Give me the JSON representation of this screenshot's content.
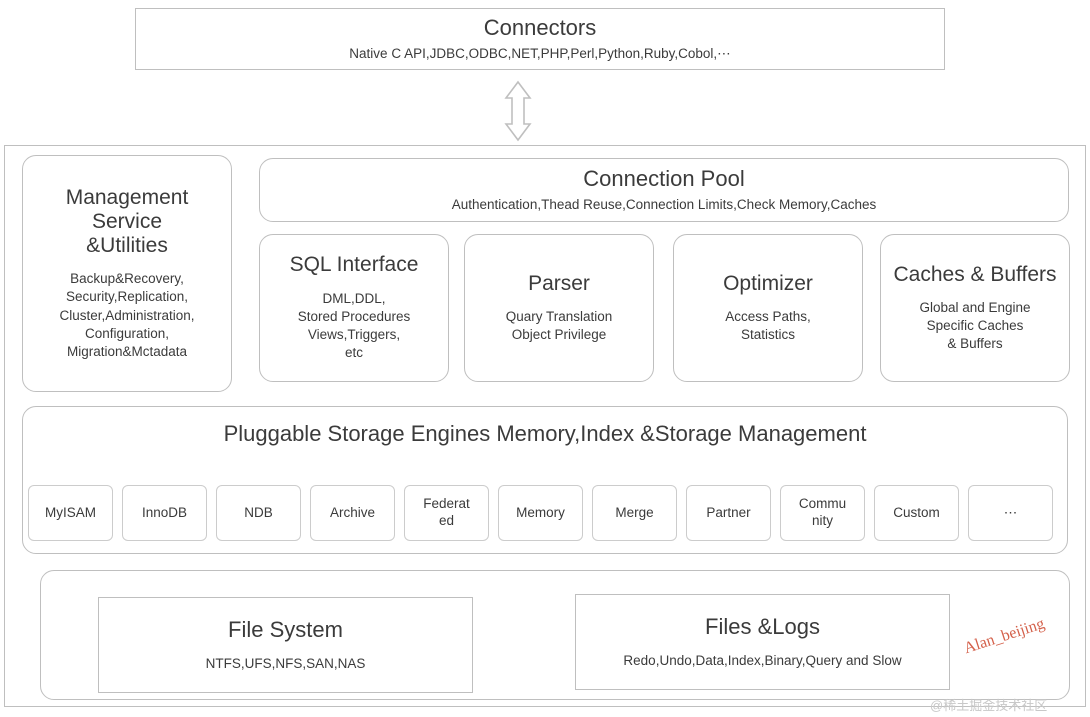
{
  "diagram": {
    "connectors": {
      "title": "Connectors",
      "subtitle": "Native C API,JDBC,ODBC,NET,PHP,Perl,Python,Ruby,Cobol,⋯"
    },
    "arrow": "double-headed-vertical-arrow",
    "management": {
      "title_line1": "Management",
      "title_line2": "Service",
      "title_line3": "&Utilities",
      "subtitle": "Backup&Recovery,\nSecurity,Replication,\nCluster,Administration,\nConfiguration,\nMigration&Mctadata"
    },
    "connection_pool": {
      "title": "Connection Pool",
      "subtitle": "Authentication,Thead Reuse,Connection Limits,Check Memory,Caches"
    },
    "components": [
      {
        "name": "sql-interface",
        "title": "SQL Interface",
        "subtitle": "DML,DDL,\nStored Procedures\nViews,Triggers,\netc"
      },
      {
        "name": "parser",
        "title": "Parser",
        "subtitle": "Quary Translation\nObject Privilege"
      },
      {
        "name": "optimizer",
        "title": "Optimizer",
        "subtitle": "Access Paths,\nStatistics"
      },
      {
        "name": "caches-buffers",
        "title": "Caches & Buffers",
        "subtitle": "Global and Engine\nSpecific Caches\n& Buffers"
      }
    ],
    "storage_engines": {
      "title": "Pluggable Storage Engines Memory,Index &Storage Management",
      "engines": [
        "MyISAM",
        "InnoDB",
        "NDB",
        "Archive",
        "Federat\ned",
        "Memory",
        "Merge",
        "Partner",
        "Commu\nnity",
        "Custom",
        "⋯"
      ]
    },
    "storage_layer": {
      "file_system": {
        "title": "File System",
        "subtitle": "NTFS,UFS,NFS,SAN,NAS"
      },
      "files_logs": {
        "title": "Files &Logs",
        "subtitle": "Redo,Undo,Data,Index,Binary,Query and Slow"
      }
    },
    "watermarks": {
      "author": "Alan_beijing",
      "site": "@稀土掘金技术社区"
    }
  }
}
